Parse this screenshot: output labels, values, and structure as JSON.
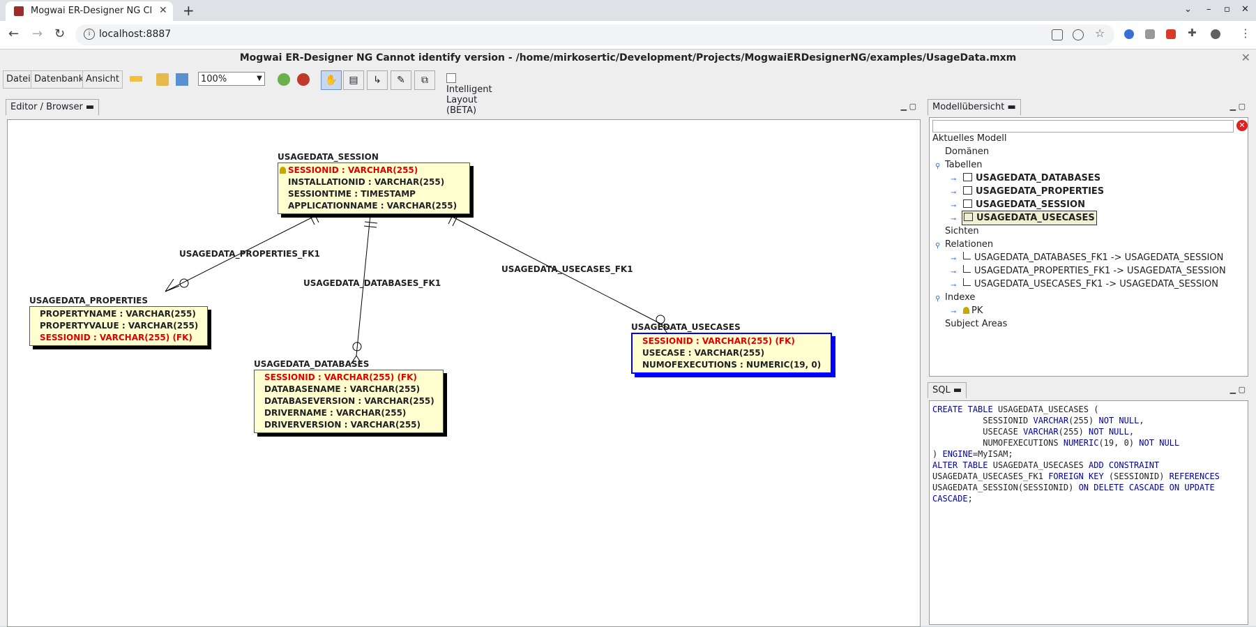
{
  "browser": {
    "tab_title": "Mogwai ER-Designer NG Cl",
    "url": "localhost:8887"
  },
  "app": {
    "title": "Mogwai ER-Designer NG Cannot identify version  - /home/mirkosertic/Development/Projects/MogwaiERDesignerNG/examples/UsageData.mxm",
    "menu": [
      "Datei",
      "Datenbank",
      "Ansicht"
    ],
    "zoom": "100%",
    "intelligent_layout": "Intelligent Layout (BETA)"
  },
  "editor": {
    "tab": "Editor / Browser",
    "tables": [
      {
        "name": "USAGEDATA_SESSION",
        "attrs": [
          {
            "text": "SESSIONID : VARCHAR(255)",
            "kind": "pk"
          },
          {
            "text": "INSTALLATIONID : VARCHAR(255)",
            "kind": "normal"
          },
          {
            "text": "SESSIONTIME : TIMESTAMP",
            "kind": "normal"
          },
          {
            "text": "APPLICATIONNAME : VARCHAR(255)",
            "kind": "normal"
          }
        ]
      },
      {
        "name": "USAGEDATA_PROPERTIES",
        "attrs": [
          {
            "text": "PROPERTYNAME : VARCHAR(255)",
            "kind": "normal"
          },
          {
            "text": "PROPERTYVALUE : VARCHAR(255)",
            "kind": "normal"
          },
          {
            "text": "SESSIONID : VARCHAR(255) (FK)",
            "kind": "fk"
          }
        ]
      },
      {
        "name": "USAGEDATA_DATABASES",
        "attrs": [
          {
            "text": "SESSIONID : VARCHAR(255) (FK)",
            "kind": "fk"
          },
          {
            "text": "DATABASENAME : VARCHAR(255)",
            "kind": "normal"
          },
          {
            "text": "DATABASEVERSION : VARCHAR(255)",
            "kind": "normal"
          },
          {
            "text": "DRIVERNAME : VARCHAR(255)",
            "kind": "normal"
          },
          {
            "text": "DRIVERVERSION : VARCHAR(255)",
            "kind": "normal"
          }
        ]
      },
      {
        "name": "USAGEDATA_USECASES",
        "attrs": [
          {
            "text": "SESSIONID : VARCHAR(255) (FK)",
            "kind": "fk"
          },
          {
            "text": "USECASE : VARCHAR(255)",
            "kind": "normal"
          },
          {
            "text": "NUMOFEXECUTIONS : NUMERIC(19, 0)",
            "kind": "normal"
          }
        ]
      }
    ],
    "relations": [
      "USAGEDATA_PROPERTIES_FK1",
      "USAGEDATA_DATABASES_FK1",
      "USAGEDATA_USECASES_FK1"
    ]
  },
  "overview": {
    "tab": "Modellübersicht",
    "root": "Aktuelles Modell",
    "domains": "Domänen",
    "tables_label": "Tabellen",
    "tables": [
      "USAGEDATA_DATABASES",
      "USAGEDATA_PROPERTIES",
      "USAGEDATA_SESSION",
      "USAGEDATA_USECASES"
    ],
    "views": "Sichten",
    "relations_label": "Relationen",
    "relations": [
      "USAGEDATA_DATABASES_FK1 -> USAGEDATA_SESSION",
      "USAGEDATA_PROPERTIES_FK1 -> USAGEDATA_SESSION",
      "USAGEDATA_USECASES_FK1 -> USAGEDATA_SESSION"
    ],
    "indexes_label": "Indexe",
    "indexes": [
      "PK"
    ],
    "subject_areas": "Subject Areas"
  },
  "sql": {
    "tab": "SQL",
    "lines": [
      "CREATE TABLE USAGEDATA_USECASES (",
      "          SESSIONID VARCHAR(255) NOT NULL,",
      "          USECASE VARCHAR(255) NOT NULL,",
      "          NUMOFEXECUTIONS NUMERIC(19, 0) NOT NULL",
      ") ENGINE=MyISAM;",
      "ALTER TABLE USAGEDATA_USECASES ADD CONSTRAINT",
      "USAGEDATA_USECASES_FK1 FOREIGN KEY (SESSIONID) REFERENCES",
      "USAGEDATA_SESSION(SESSIONID) ON DELETE CASCADE ON UPDATE",
      "CASCADE;"
    ]
  },
  "colors": {
    "fk": "#e00000",
    "selection": "#0000ff",
    "table_fill": "#ffffd0"
  }
}
